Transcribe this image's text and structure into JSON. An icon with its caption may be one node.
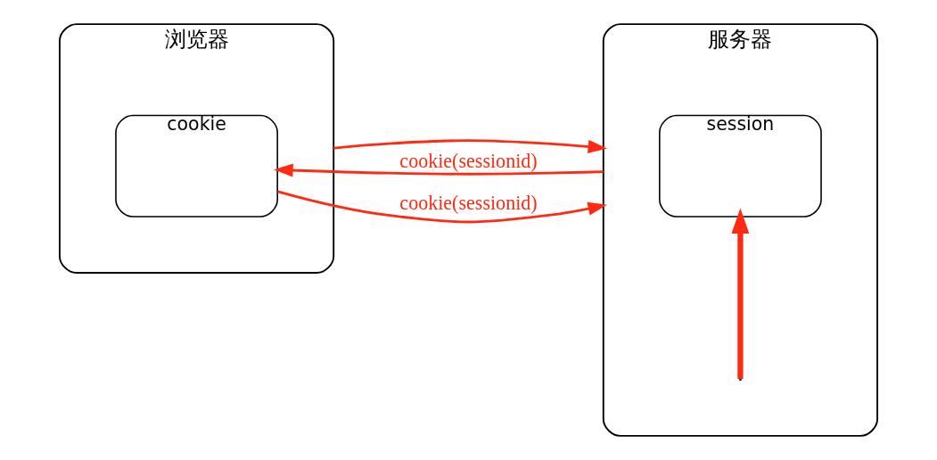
{
  "diagram": {
    "nodes": [
      {
        "text": [
          "浏览器"
        ]
      },
      {
        "text": [
          "cookie"
        ],
        "in": 0
      },
      {
        "text": [
          "服务器"
        ]
      },
      {
        "text": [
          "session"
        ],
        "in": 2
      }
    ],
    "edges": [
      {
        "from": 0,
        "to": 2,
        "arrow": "to"
      },
      {
        "from": 2,
        "to": 1,
        "arrow": "to",
        "label": "cookie(sessionid)"
      },
      {
        "from": 1,
        "to": 2,
        "arrow": "to",
        "label": "cookie(sessionid)"
      },
      {
        "from": null,
        "to": 3,
        "arrow": "to",
        "style": "thick"
      }
    ]
  }
}
